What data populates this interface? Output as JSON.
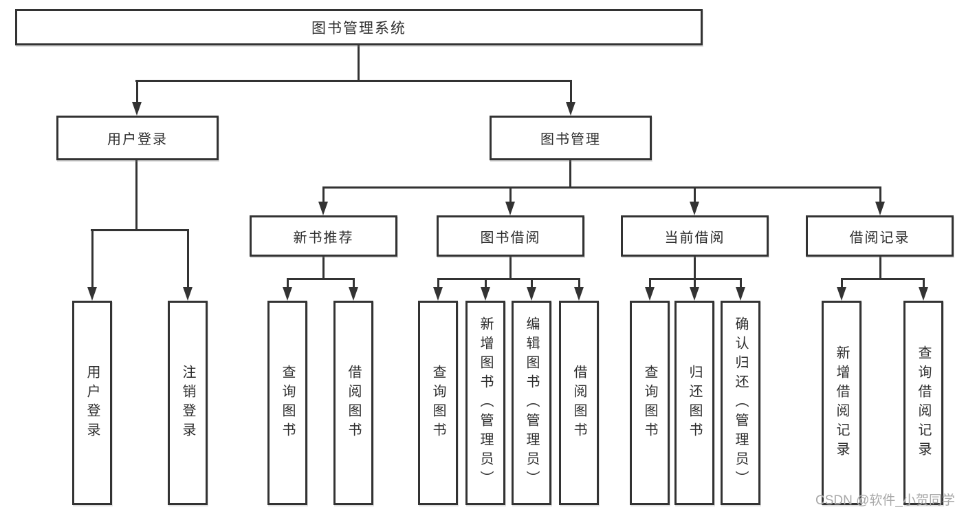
{
  "tree": {
    "label": "图书管理系统",
    "children": [
      {
        "label": "用户登录",
        "children": [
          {
            "label": "用户登录"
          },
          {
            "label": "注销登录"
          }
        ]
      },
      {
        "label": "图书管理",
        "children": [
          {
            "label": "新书推荐",
            "children": [
              {
                "label": "查询图书"
              },
              {
                "label": "借阅图书"
              }
            ]
          },
          {
            "label": "图书借阅",
            "children": [
              {
                "label": "查询图书"
              },
              {
                "label": "新增图书（管理员）"
              },
              {
                "label": "编辑图书（管理员）"
              },
              {
                "label": "借阅图书"
              }
            ]
          },
          {
            "label": "当前借阅",
            "children": [
              {
                "label": "查询图书"
              },
              {
                "label": "归还图书"
              },
              {
                "label": "确认归还（管理员）"
              }
            ]
          },
          {
            "label": "借阅记录",
            "children": [
              {
                "label": "新增借阅记录"
              },
              {
                "label": "查询借阅记录"
              }
            ]
          }
        ]
      }
    ]
  },
  "watermark": {
    "text": "CSDN @软件_小贺同学"
  },
  "colors": {
    "line": "#333333",
    "text": "#2e2e2e",
    "box_background": "#ffffff",
    "watermark": "#a8a8a8"
  }
}
